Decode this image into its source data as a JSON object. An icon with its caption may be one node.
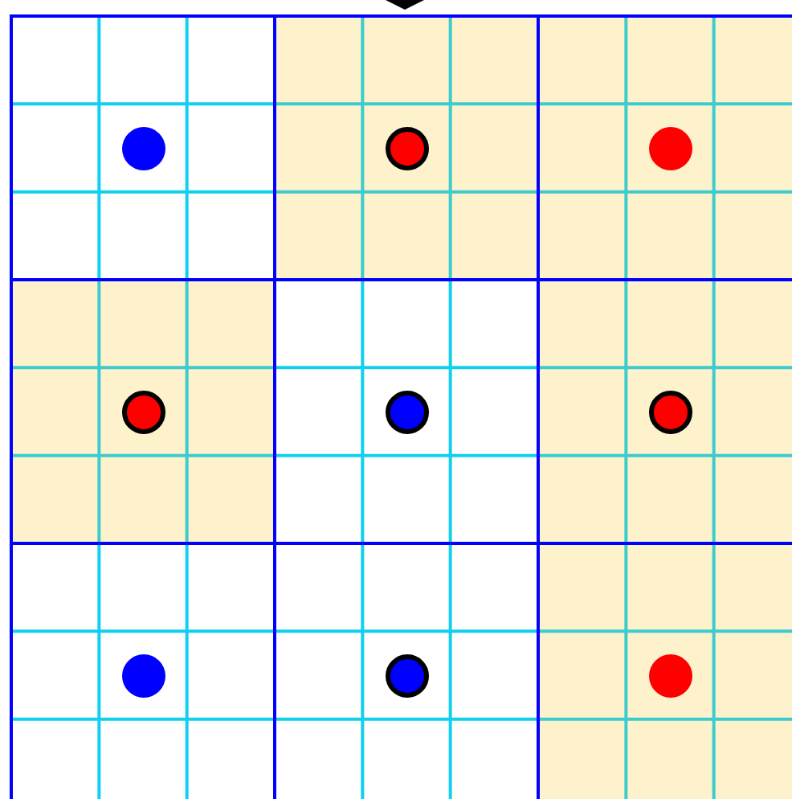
{
  "diagram": {
    "nodes": [
      {
        "text": [],
        "shape": "box"
      },
      {
        "text": [],
        "shape": "box"
      },
      {
        "text": [],
        "shape": "box"
      },
      {
        "text": [],
        "shape": "box"
      },
      {
        "text": [],
        "shape": "box"
      },
      {
        "text": [],
        "shape": "box"
      },
      {
        "text": [],
        "shape": "box"
      },
      {
        "text": [],
        "shape": "box"
      },
      {
        "text": [],
        "shape": "box"
      },
      {
        "text": [],
        "shape": "circle",
        "in": 0
      },
      {
        "text": [],
        "shape": "circle",
        "in": 1
      },
      {
        "text": [],
        "shape": "circle",
        "in": 2
      },
      {
        "text": [],
        "shape": "circle",
        "in": 3
      },
      {
        "text": [],
        "shape": "circle",
        "in": 4
      },
      {
        "text": [],
        "shape": "circle",
        "in": 5
      },
      {
        "text": [],
        "shape": "circle",
        "in": 6
      },
      {
        "text": [],
        "shape": "circle",
        "in": 7
      },
      {
        "text": [],
        "shape": "circle",
        "in": 8
      }
    ]
  }
}
